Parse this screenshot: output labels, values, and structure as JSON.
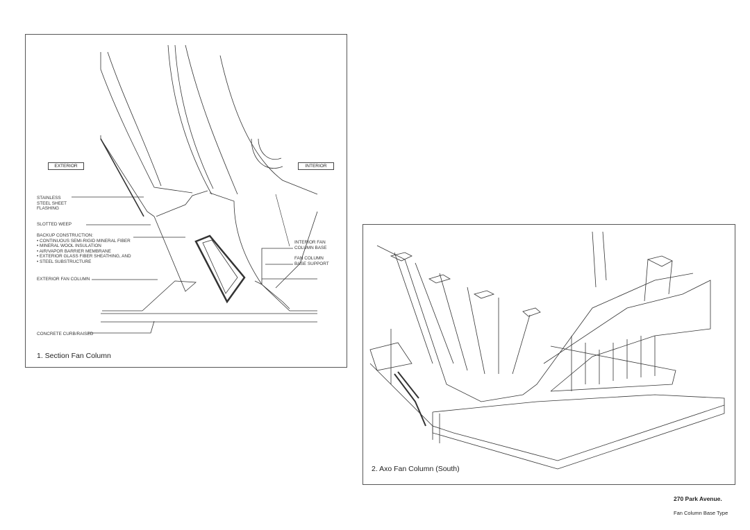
{
  "section": {
    "exterior_tag": "EXTERIOR",
    "interior_tag": "INTERIOR",
    "labels": {
      "flashing": "STAINLESS\nSTEEL SHEET\nFLASHING",
      "weep": "SLOTTED WEEP",
      "backup": "BACKUP CONSTRUCTION:\n• CONTINUOUS SEMI-RIGID MINERAL FIBER\n• MINERAL WOOL INSULATION\n• AIR/VAPOR BARRIER MEMBRANE\n• EXTERIOR GLASS FIBER SHEATHING, AND\n• STEEL SUBSTRUCTURE",
      "ext_column": "EXTERIOR FAN COLUMN",
      "curb": "CONCRETE CURB/RAISED",
      "int_base": "INTERIOR FAN\nCOLUMN BASE",
      "base_support": "FAN COLUMN\nBASE SUPPORT"
    },
    "caption": "1.  Section Fan Column"
  },
  "axo": {
    "caption": "2. Axo Fan Column (South)"
  },
  "sheet": {
    "title": "270 Park Avenue.",
    "subtitle": "Fan Column Base Type"
  }
}
